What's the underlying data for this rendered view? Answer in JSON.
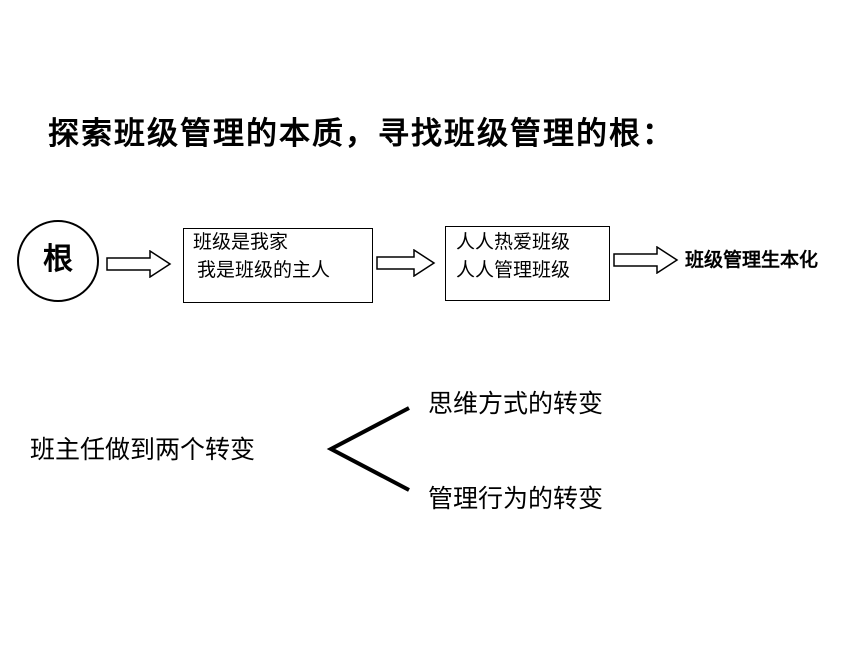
{
  "title": "探索班级管理的本质，寻找班级管理的根：",
  "flow": {
    "root": "根",
    "box1": [
      "班级是我家",
      "我是班级的主人"
    ],
    "box2": [
      "人人热爱班级",
      "人人管理班级"
    ],
    "result": "班级管理生本化"
  },
  "branch": {
    "label": "班主任做到两个转变",
    "items": [
      "思维方式的转变",
      "管理行为的转变"
    ]
  }
}
